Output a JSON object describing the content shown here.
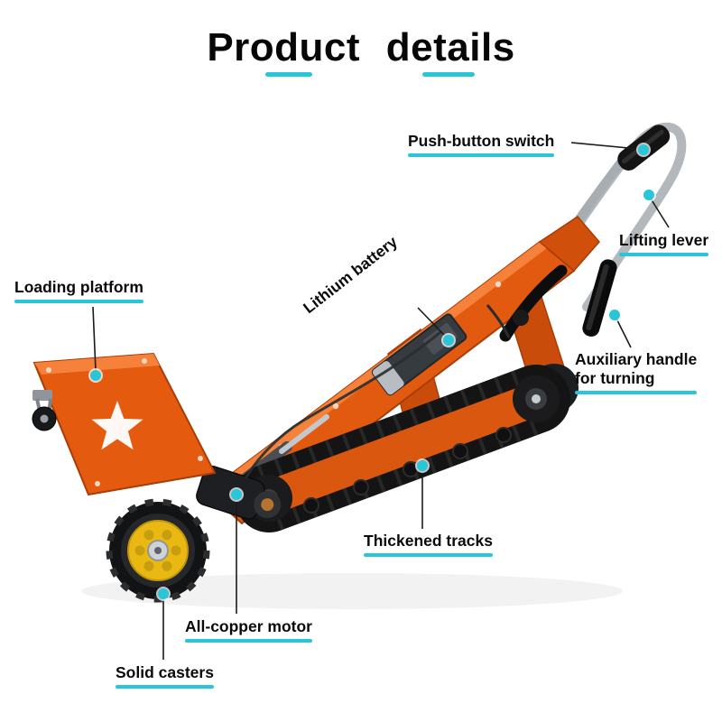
{
  "title": "Product details",
  "accent_color": "#29c5d8",
  "callouts": {
    "push_button_switch": "Push-button switch",
    "lifting_lever": "Lifting lever",
    "lithium_battery": "Lithium battery",
    "loading_platform": "Loading platform",
    "auxiliary_handle_line1": "Auxiliary handle",
    "auxiliary_handle_line2": "for turning",
    "thickened_tracks": "Thickened tracks",
    "all_copper_motor": "All-copper motor",
    "solid_casters": "Solid casters"
  }
}
